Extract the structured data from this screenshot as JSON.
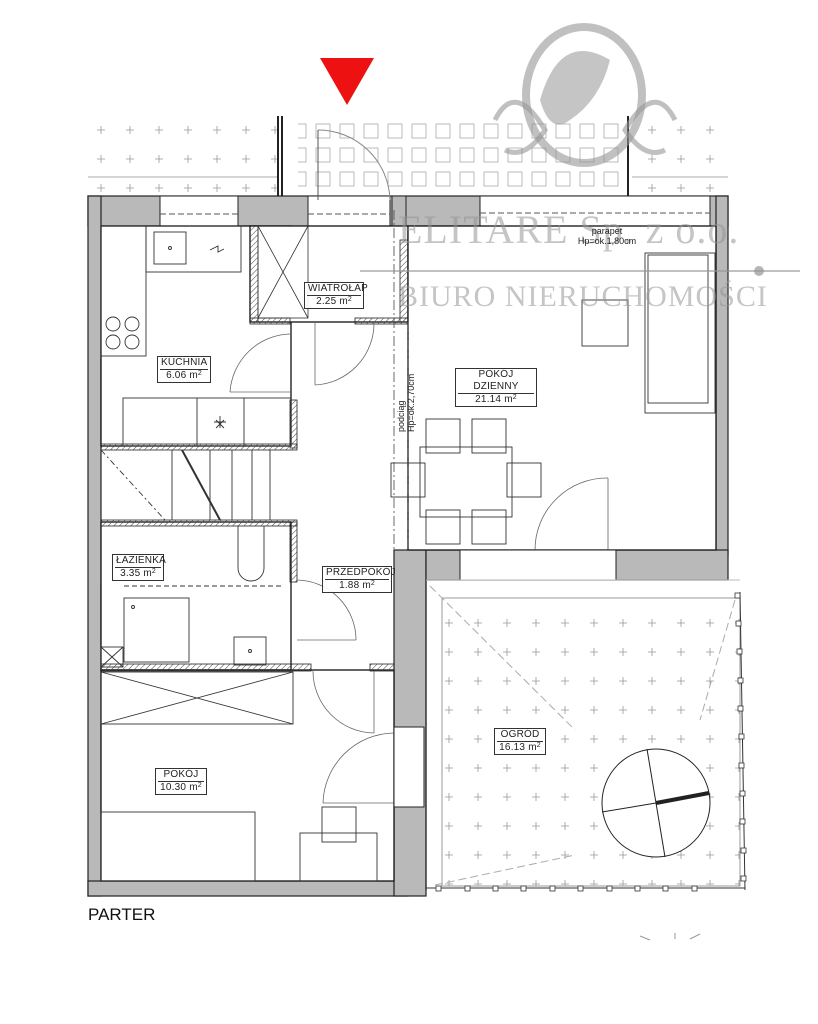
{
  "plan": {
    "floor_label": "PARTER",
    "entrance_marker": {
      "icon": "entrance-arrow-icon",
      "color": "#ee1111"
    },
    "wall_color": "#b9b9b9",
    "rooms": [
      {
        "id": "kuchnia",
        "name": "KUCHNIA",
        "area": "6.06",
        "unit": "m",
        "unit_sup": "2"
      },
      {
        "id": "wiatrolap",
        "name": "WIATROŁAP",
        "area": "2.25",
        "unit": "m",
        "unit_sup": "2"
      },
      {
        "id": "pokoj-dzienny",
        "name": "POKÓJ DZIENNY",
        "area": "21.14",
        "unit": "m",
        "unit_sup": "2"
      },
      {
        "id": "lazienka",
        "name": "ŁAZIENKA",
        "area": "3.35",
        "unit": "m",
        "unit_sup": "2"
      },
      {
        "id": "przedpokoj",
        "name": "PRZEDPOKÓJ",
        "area": "1.88",
        "unit": "m",
        "unit_sup": "2"
      },
      {
        "id": "pokoj",
        "name": "POKÓJ",
        "area": "10.30",
        "unit": "m",
        "unit_sup": "2"
      },
      {
        "id": "ogrod",
        "name": "OGRÓD",
        "area": "16.13",
        "unit": "m",
        "unit_sup": "2"
      }
    ],
    "notes": {
      "parapet_line1": "parapet",
      "parapet_line2": "Hp=ok.1,80cm",
      "podciag_line1": "podciąg",
      "podciag_line2": "Hp=ok.2,70cm"
    }
  },
  "watermark": {
    "company": "ELITARE Sp. z o.o.",
    "subtitle": "BIURO NIERUCHOMOŚCI",
    "logo": "lion-crest-icon"
  }
}
